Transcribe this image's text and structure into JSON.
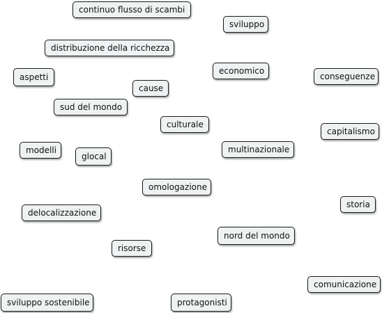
{
  "concept_map": {
    "nodes": [
      {
        "id": "continuo-flusso-di-scambi",
        "label": "continuo flusso di scambi"
      },
      {
        "id": "sviluppo",
        "label": "sviluppo"
      },
      {
        "id": "distribuzione-della-ricchezza",
        "label": "distribuzione della ricchezza"
      },
      {
        "id": "aspetti",
        "label": "aspetti"
      },
      {
        "id": "economico",
        "label": "economico"
      },
      {
        "id": "conseguenze",
        "label": "conseguenze"
      },
      {
        "id": "cause",
        "label": "cause"
      },
      {
        "id": "sud-del-mondo",
        "label": "sud del mondo"
      },
      {
        "id": "culturale",
        "label": "culturale"
      },
      {
        "id": "capitalismo",
        "label": "capitalismo"
      },
      {
        "id": "modelli",
        "label": "modelli"
      },
      {
        "id": "glocal",
        "label": "glocal"
      },
      {
        "id": "multinazionale",
        "label": "multinazionale"
      },
      {
        "id": "omologazione",
        "label": "omologazione"
      },
      {
        "id": "storia",
        "label": "storia"
      },
      {
        "id": "delocalizzazione",
        "label": "delocalizzazione"
      },
      {
        "id": "nord-del-mondo",
        "label": "nord del mondo"
      },
      {
        "id": "risorse",
        "label": "risorse"
      },
      {
        "id": "comunicazione",
        "label": "comunicazione"
      },
      {
        "id": "sviluppo-sostenibile",
        "label": "sviluppo sostenibile"
      },
      {
        "id": "protagonisti",
        "label": "protagonisti"
      }
    ]
  },
  "colors": {
    "node_fill": "#eef2f2",
    "node_border": "#1a1a1a",
    "text": "#111111",
    "background": "#ffffff"
  }
}
